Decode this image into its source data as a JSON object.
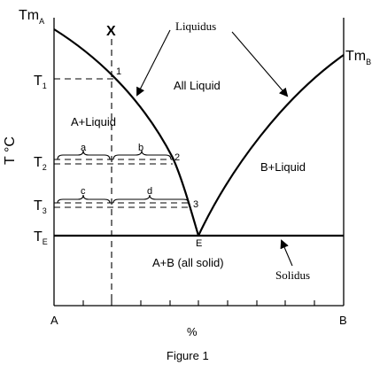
{
  "labels": {
    "tma": "Tm",
    "tma_sub": "A",
    "tmb": "Tm",
    "tmb_sub": "B",
    "t1": "T",
    "t1_sub": "1",
    "t2": "T",
    "t2_sub": "2",
    "t3": "T",
    "t3_sub": "3",
    "te": "T",
    "te_sub": "E",
    "y_axis": "T °C",
    "x_axis": "%",
    "a": "A",
    "b": "B",
    "x": "X",
    "p1": "1",
    "p2": "2",
    "p3": "3",
    "e": "E",
    "liquidus": "Liquidus",
    "solidus": "Solidus",
    "all_liquid": "All Liquid",
    "a_liquid": "A+Liquid",
    "b_liquid": "B+Liquid",
    "all_solid": "A+B (all solid)",
    "brace_a": "a",
    "brace_b": "b",
    "brace_c": "c",
    "brace_d": "d",
    "caption": "Figure 1"
  }
}
